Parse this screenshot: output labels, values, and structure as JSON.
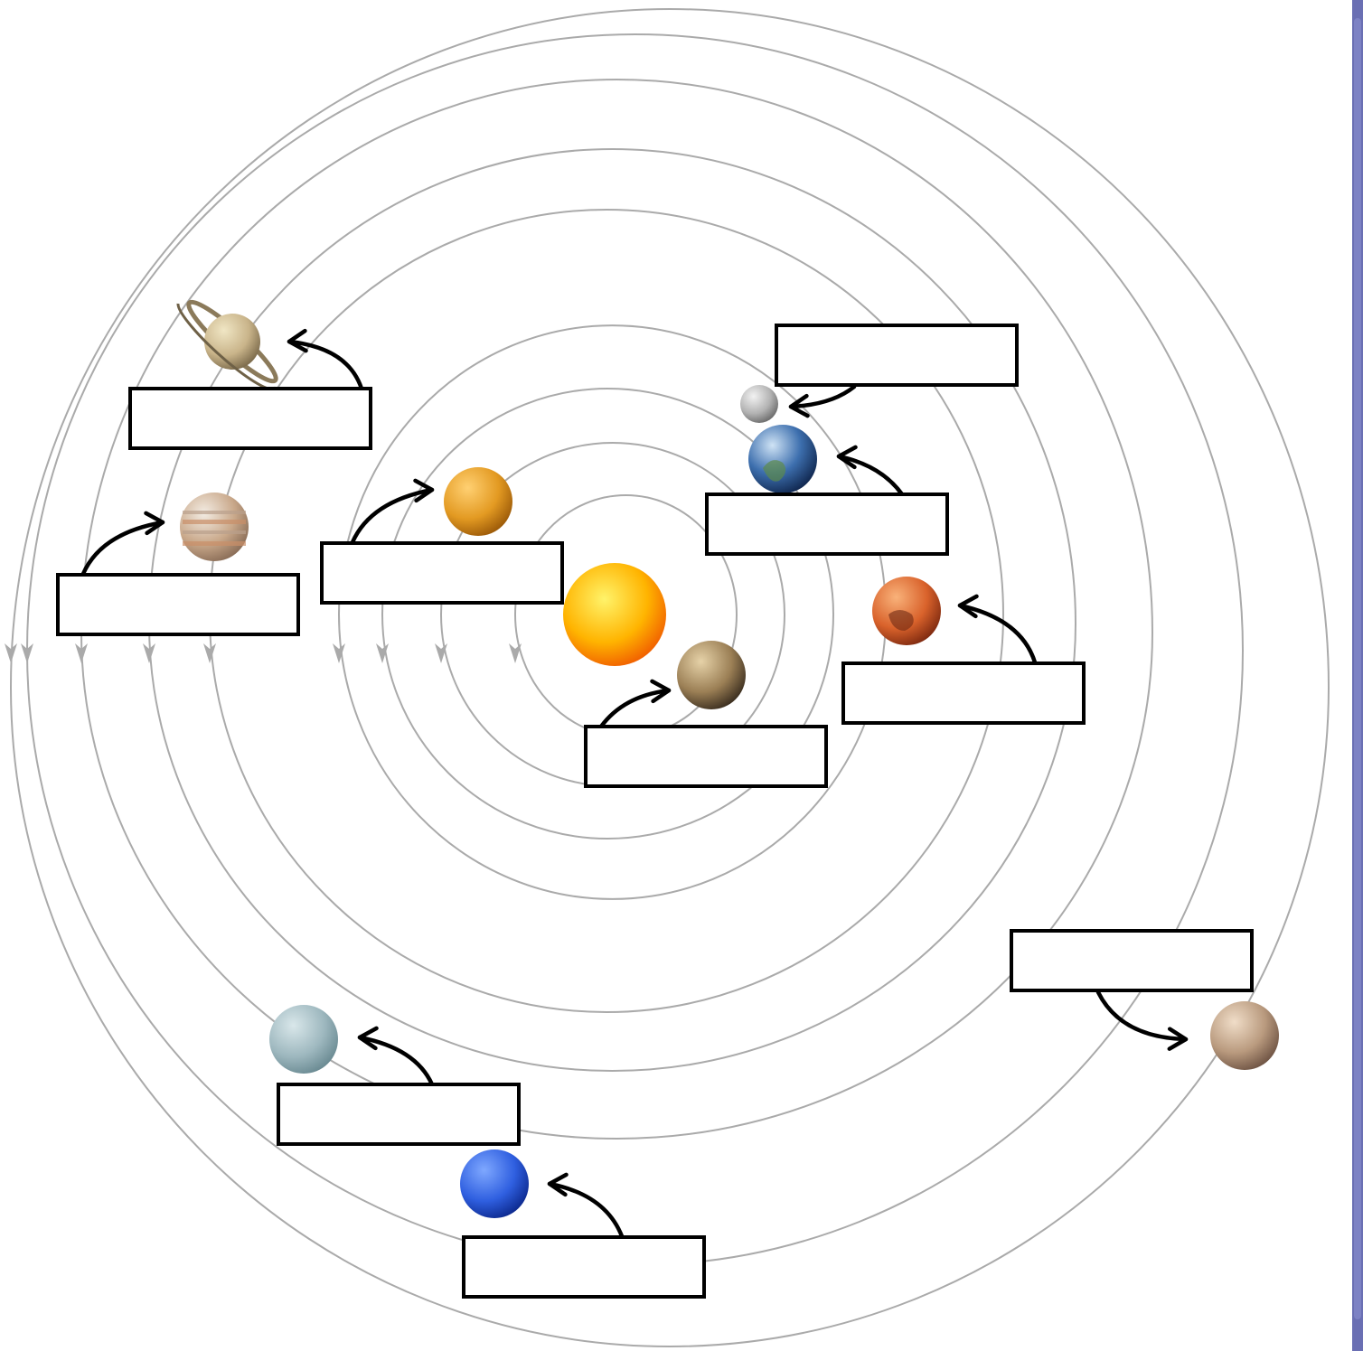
{
  "diagram": {
    "title": "",
    "colors": {
      "orbit": "#aaaaaa",
      "arrow": "#000000",
      "box_border": "#000000",
      "box_fill": "#ffffff",
      "scrollbar": "#6a6fb3"
    },
    "bodies": [
      {
        "id": "sun",
        "icon": "sun-icon",
        "colors": [
          "#fff36a",
          "#ffb400",
          "#f05a00"
        ]
      },
      {
        "id": "mercury",
        "icon": "mercury-icon",
        "colors": [
          "#e6d2a8",
          "#9b7f55",
          "#3b2e1f"
        ]
      },
      {
        "id": "venus",
        "icon": "venus-icon",
        "colors": [
          "#ffd072",
          "#e39a22",
          "#9c5a08"
        ]
      },
      {
        "id": "earth",
        "icon": "earth-icon",
        "colors": [
          "#cfe3f5",
          "#3d6fae",
          "#10274f"
        ]
      },
      {
        "id": "moon",
        "icon": "moon-icon",
        "colors": [
          "#f2f2f2",
          "#b3b3b3",
          "#6b6b6b"
        ]
      },
      {
        "id": "mars",
        "icon": "mars-icon",
        "colors": [
          "#f9b27a",
          "#d9622b",
          "#7f2a10"
        ]
      },
      {
        "id": "jupiter",
        "icon": "jupiter-icon",
        "colors": [
          "#f3ece3",
          "#c9a88a",
          "#8a6d57"
        ]
      },
      {
        "id": "saturn",
        "icon": "saturn-icon",
        "colors": [
          "#f0e6c4",
          "#c9b48a",
          "#7b6a4b"
        ]
      },
      {
        "id": "uranus",
        "icon": "uranus-icon",
        "colors": [
          "#d9e7ea",
          "#9eb8bf",
          "#6a8a92"
        ]
      },
      {
        "id": "neptune",
        "icon": "neptune-icon",
        "colors": [
          "#7fa8ff",
          "#2f5fe0",
          "#0d2a8f"
        ]
      },
      {
        "id": "pluto",
        "icon": "pluto-icon",
        "colors": [
          "#f0ddc8",
          "#b99a7e",
          "#6f5444"
        ]
      }
    ],
    "label_boxes": [
      {
        "id": "saturn",
        "text": ""
      },
      {
        "id": "jupiter",
        "text": ""
      },
      {
        "id": "venus",
        "text": ""
      },
      {
        "id": "moon",
        "text": ""
      },
      {
        "id": "earth",
        "text": ""
      },
      {
        "id": "mars",
        "text": ""
      },
      {
        "id": "mercury",
        "text": ""
      },
      {
        "id": "uranus",
        "text": ""
      },
      {
        "id": "neptune",
        "text": ""
      },
      {
        "id": "pluto",
        "text": ""
      }
    ]
  }
}
